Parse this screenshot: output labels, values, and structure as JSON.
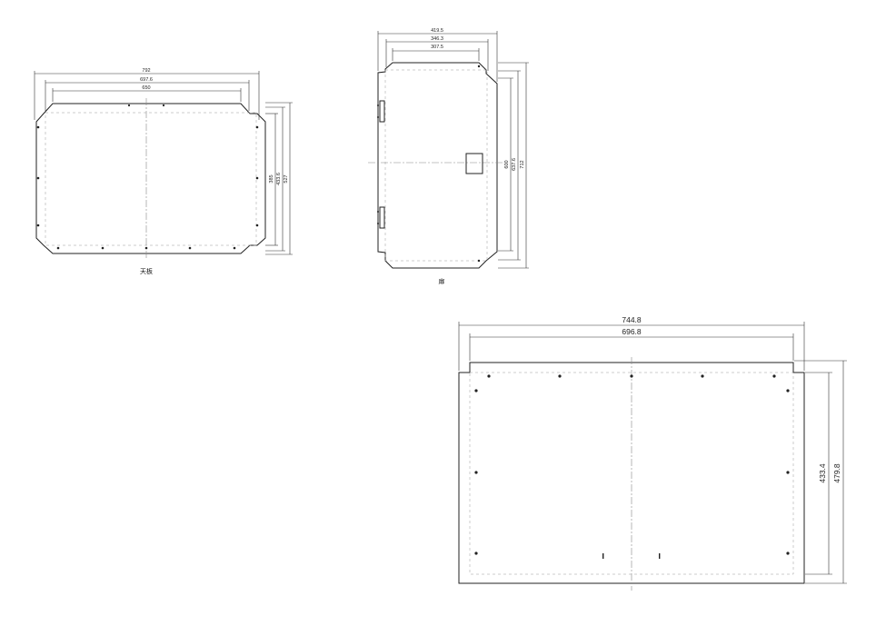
{
  "top_plate": {
    "caption": "天板",
    "dim_width_outer": "792",
    "dim_width_mid": "697.6",
    "dim_width_inner": "650",
    "dim_height_inner": "385",
    "dim_height_mid": "433.6",
    "dim_height_outer": "527"
  },
  "door": {
    "caption": "扉",
    "dim_width_outer": "419.5",
    "dim_width_mid": "346.3",
    "dim_width_inner": "307.5",
    "dim_height_inner": "600",
    "dim_height_mid": "637.6",
    "dim_height_outer": "712"
  },
  "bottom_plate": {
    "dim_width_outer": "744.8",
    "dim_width_inner": "696.8",
    "dim_height_inner": "433.4",
    "dim_height_outer": "479.8"
  }
}
